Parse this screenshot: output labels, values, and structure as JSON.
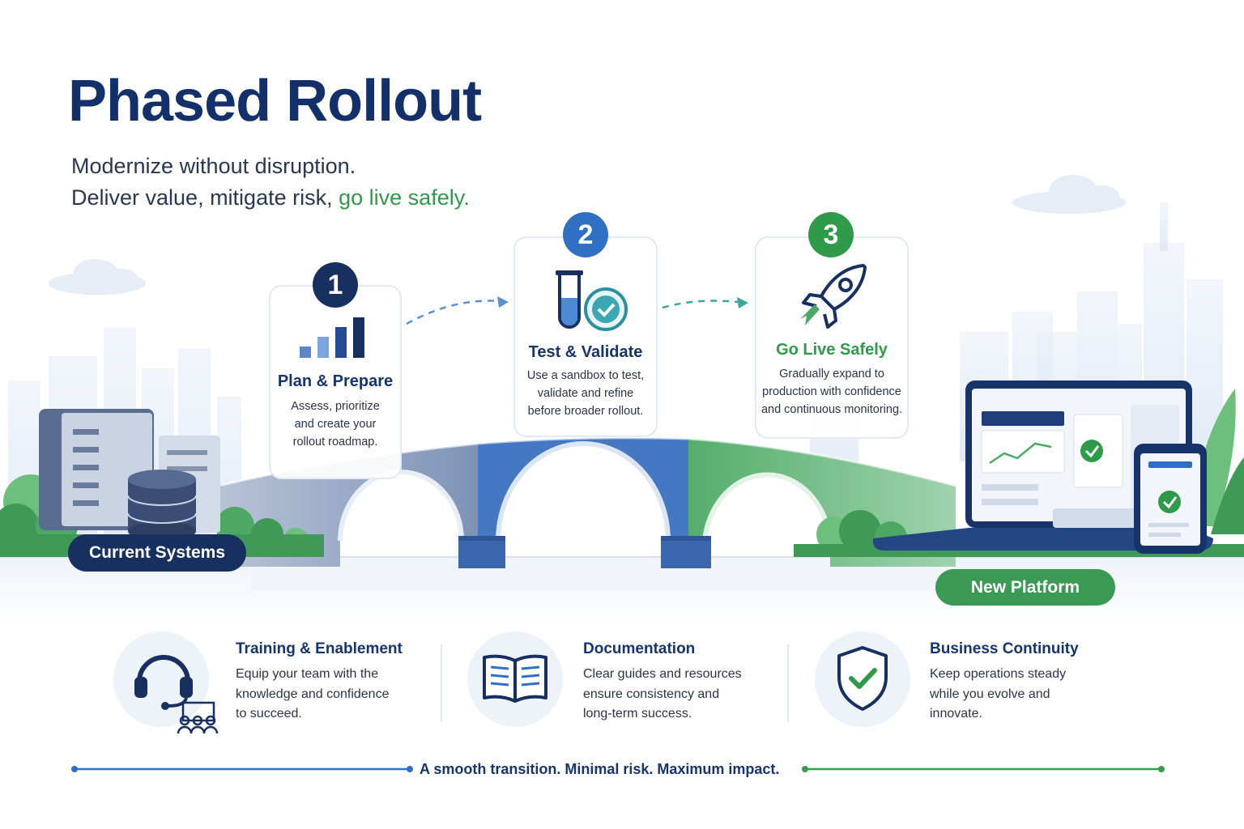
{
  "header": {
    "title": "Phased Rollout",
    "subtitle_line1": "Modernize without disruption.",
    "subtitle_line2_prefix": "Deliver value, mitigate risk,",
    "subtitle_line2_highlight": "go live safely."
  },
  "steps": [
    {
      "number": "1",
      "title": "Plan & Prepare",
      "desc": [
        "Assess, prioritize",
        "and create your",
        "rollout roadmap."
      ],
      "icon": "bar-chart-icon",
      "color": "#17305f"
    },
    {
      "number": "2",
      "title": "Test & Validate",
      "desc": [
        "Use a sandbox to test,",
        "validate and refine",
        "before broader rollout."
      ],
      "icon": "test-tube-check-icon",
      "color": "#2f6fc4"
    },
    {
      "number": "3",
      "title": "Go Live Safely",
      "desc": [
        "Gradually expand to",
        "production with confidence",
        "and continuous monitoring."
      ],
      "icon": "rocket-icon",
      "color": "#2e9a4a"
    }
  ],
  "labels": {
    "current_systems": "Current Systems",
    "new_platform": "New Platform"
  },
  "features": [
    {
      "title": "Training & Enablement",
      "desc": [
        "Equip your team with the",
        "knowledge and confidence",
        "to succeed."
      ],
      "icon": "headset-icon"
    },
    {
      "title": "Documentation",
      "desc": [
        "Clear guides and resources",
        "ensure consistency and",
        "long-term success."
      ],
      "icon": "open-book-icon"
    },
    {
      "title": "Business Continuity",
      "desc": [
        "Keep operations steady",
        "while you evolve and",
        "innovate."
      ],
      "icon": "shield-check-icon"
    }
  ],
  "tagline": "A smooth transition. Minimal risk. Maximum impact.",
  "colors": {
    "navy": "#17305f",
    "blue": "#2f6fc4",
    "green": "#2e9a4a"
  }
}
